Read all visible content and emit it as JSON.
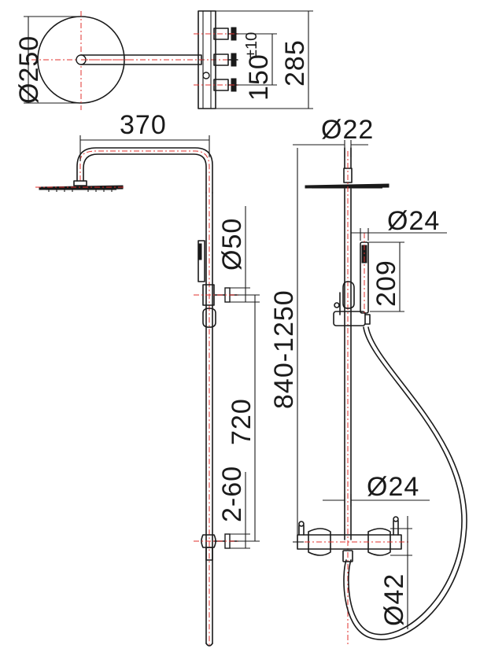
{
  "dimensions": {
    "head_diameter": "Ø250",
    "valve_height": "285",
    "valve_spacing": "150",
    "valve_spacing_tolerance": "±10",
    "arm_reach": "370",
    "handset_diameter": "Ø50",
    "rail_length": "720",
    "outlet_spacing": "2-60",
    "top_tube_diameter": "Ø22",
    "overall_height": "840-1250",
    "handset_tube_diameter": "Ø24",
    "handset_length": "209",
    "riser_diameter": "Ø24",
    "mixer_diameter": "Ø42"
  },
  "colors": {
    "outline": "#1a1a1a",
    "centerline": "#e0302e",
    "background": "#ffffff"
  }
}
